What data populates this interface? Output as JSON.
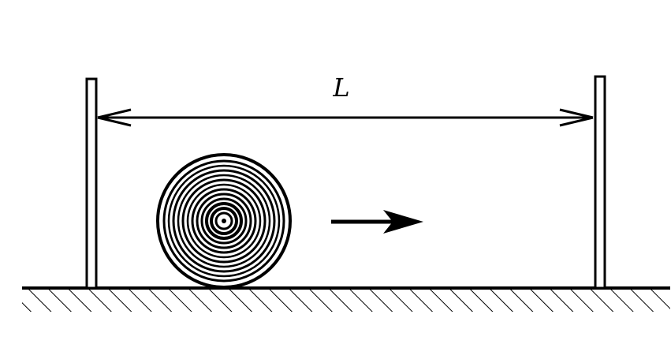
{
  "diagram": {
    "distance_label": "L",
    "colors": {
      "ink": "#000000",
      "background": "#ffffff"
    },
    "elements": [
      "left-post",
      "right-post",
      "distance-dimension-arrow",
      "rolled-coil",
      "motion-direction-arrow",
      "ground-hatching"
    ]
  }
}
